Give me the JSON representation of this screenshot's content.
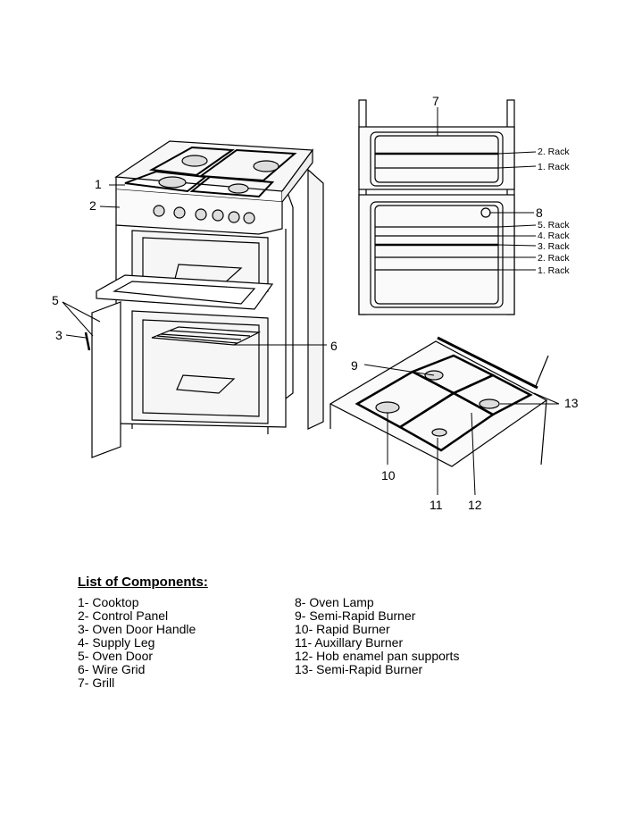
{
  "callouts": {
    "c1": "1",
    "c2": "2",
    "c3": "3",
    "c5": "5",
    "c6": "6",
    "c7": "7",
    "c8": "8",
    "c9": "9",
    "c10": "10",
    "c11": "11",
    "c12": "12",
    "c13": "13"
  },
  "racks": {
    "upper": [
      "2. Rack",
      "1. Rack"
    ],
    "lower": [
      "5. Rack",
      "4. Rack",
      "3. Rack",
      "2. Rack",
      "1. Rack"
    ]
  },
  "components": {
    "title": "List of Components:",
    "left": [
      "1- Cooktop",
      "2- Control Panel",
      "3- Oven Door Handle",
      "4- Supply Leg",
      "5- Oven Door",
      "6-  Wire Grid",
      "7- Grill"
    ],
    "right": [
      "8- Oven Lamp",
      "9- Semi-Rapid Burner",
      "10- Rapid Burner",
      "11- Auxillary Burner",
      "12- Hob enamel pan supports",
      "13- Semi-Rapid Burner"
    ]
  }
}
